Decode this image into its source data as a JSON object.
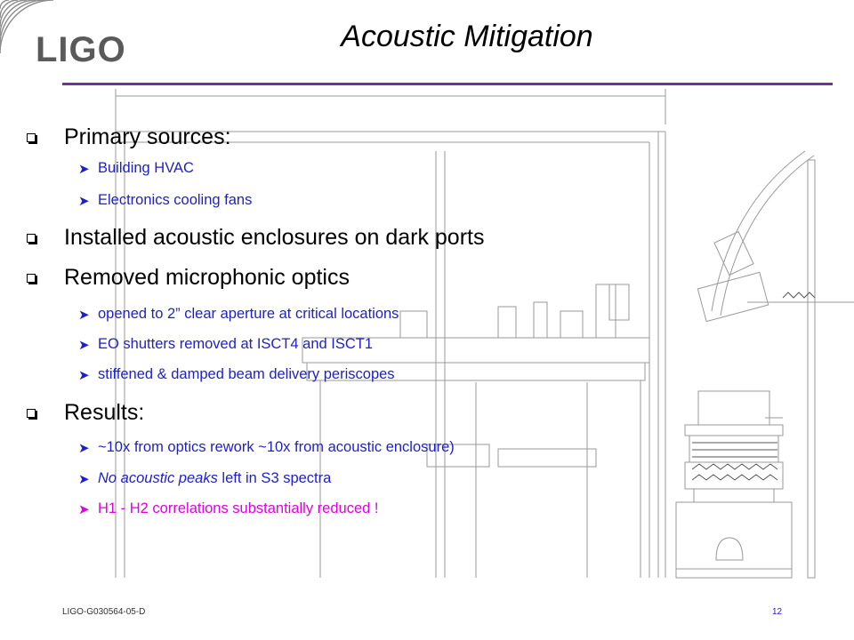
{
  "logo": {
    "text": "LIGO"
  },
  "title": "Acoustic Mitigation",
  "bullets": [
    {
      "level": 1,
      "text": "Primary sources:"
    },
    {
      "level": 2,
      "text": "Building HVAC"
    },
    {
      "level": 2,
      "text": "Electronics cooling fans"
    },
    {
      "level": 1,
      "text": "Installed acoustic enclosures on dark ports"
    },
    {
      "level": 1,
      "text": "Removed microphonic optics"
    },
    {
      "level": 2,
      "text": "opened to 2” clear aperture at critical locations"
    },
    {
      "level": 2,
      "text": "EO shutters removed at ISCT4 and ISCT1"
    },
    {
      "level": 2,
      "text": "stiffened & damped beam delivery periscopes"
    },
    {
      "level": 1,
      "text": "Results:"
    },
    {
      "level": 2,
      "text": "~10x from optics rework ~10x from acoustic enclosure)"
    },
    {
      "level": 2,
      "italic_part": "No acoustic peaks",
      "text": " left in S3 spectra"
    },
    {
      "level": 2,
      "text": "H1 - H2 correlations substantially reduced !",
      "color": "#e000e0"
    }
  ],
  "footer": {
    "doc_id": "LIGO-G030564-05-D",
    "page": "12"
  },
  "colors": {
    "accent_rule": "#7030a0",
    "sub_bullet": "#1f1fc8",
    "highlight": "#e000e0"
  }
}
